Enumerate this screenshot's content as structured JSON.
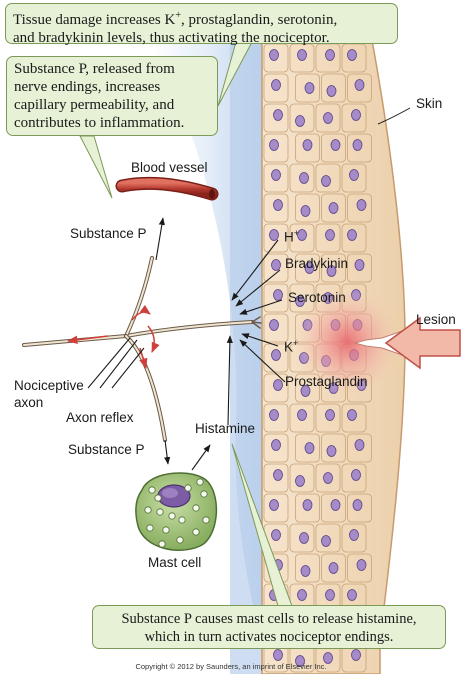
{
  "callouts": {
    "tissue_damage_prefix": "Tissue damage increases K",
    "tissue_damage_sup": "+",
    "tissue_damage_suffix": ", prostaglandin, serotonin,",
    "tissue_damage_line2": "and bradykinin levels,  thus activating the nociceptor.",
    "substance_p_line1": "Substance P, released from",
    "substance_p_line2": "nerve endings, increases",
    "substance_p_line3": "capillary permeability, and",
    "substance_p_line4": "contributes to inflammation.",
    "mast_cell_line1": "Substance P causes mast cells to release histamine,",
    "mast_cell_line2": "which in turn activates nociceptor endings."
  },
  "labels": {
    "skin": "Skin",
    "blood_vessel": "Blood vessel",
    "substance_p_upper": "Substance P",
    "h_plus_base": "H",
    "h_plus_sup": "+",
    "bradykinin": "Bradykinin",
    "serotonin": "Serotonin",
    "lesion": "Lesion",
    "k_plus_base": "K",
    "k_plus_sup": "+",
    "prostaglandin": "Prostaglandin",
    "nociceptive": "Nociceptive",
    "axon": "axon",
    "axon_reflex": "Axon reflex",
    "histamine": "Histamine",
    "substance_p_lower": "Substance P",
    "mast_cell": "Mast cell"
  },
  "copyright": "Copyright © 2012 by Saunders, an imprint of Elsevier Inc.",
  "colors": {
    "callout_fill": "#e6f1d6",
    "callout_border": "#7c9a57",
    "skin_fill": "#f2dcc0",
    "tissue_blue": "#bcd3ee",
    "arrow_red": "#d0403a",
    "lesion_arrow": "#f3b9a8",
    "mast_cell_fill": "#9fc07a"
  }
}
